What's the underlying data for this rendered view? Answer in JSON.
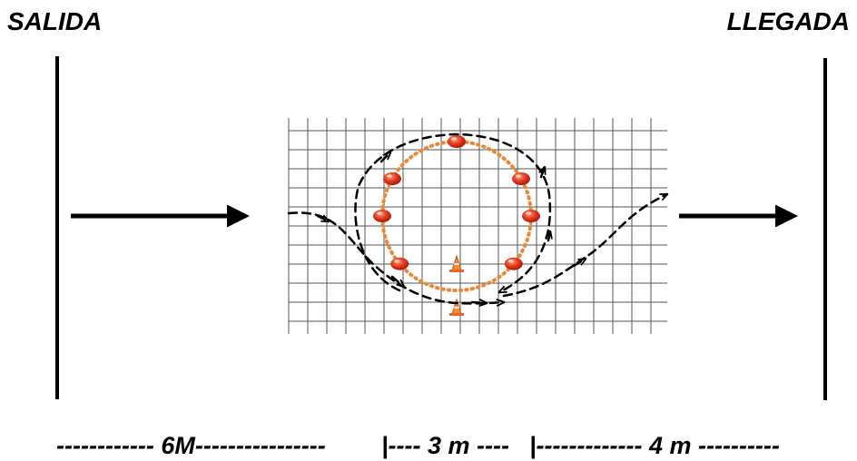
{
  "start_label": "SALIDA",
  "finish_label": "LLEGADA",
  "measure_left": "------------ 6M----------------",
  "measure_mid": "|---- 3 m ----",
  "measure_right": "|------------- 4 m ----------",
  "colors": {
    "line": "#000000",
    "grid": "#555555",
    "dotted_circle": "#e8893a",
    "cone_red": "#e23a1e",
    "cone_orange": "#f08a3c"
  },
  "icons": [
    "arrow-right-icon",
    "cone-icon",
    "flat-marker-icon"
  ]
}
